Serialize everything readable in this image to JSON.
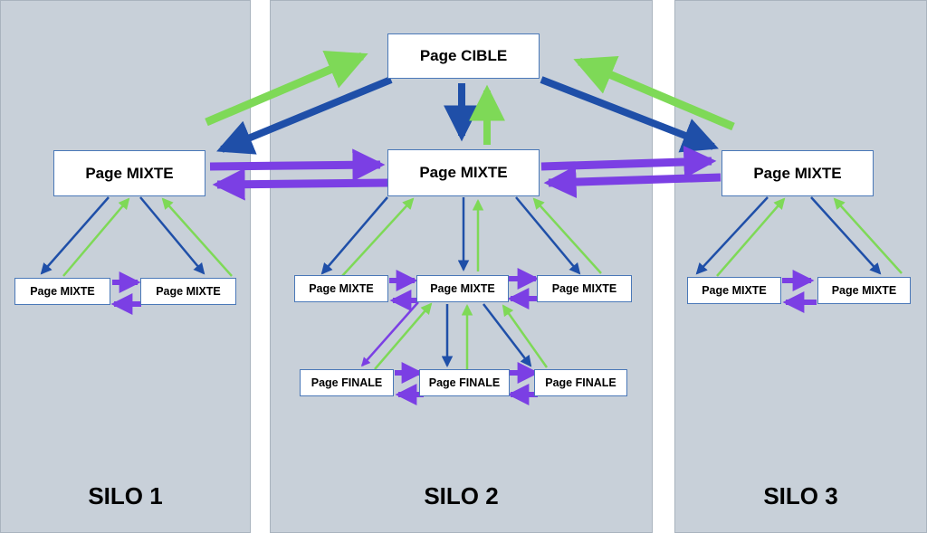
{
  "silos": [
    {
      "id": "silo1",
      "label": "SILO 1"
    },
    {
      "id": "silo2",
      "label": "SILO 2"
    },
    {
      "id": "silo3",
      "label": "SILO 3"
    }
  ],
  "nodes": {
    "target": "Page CIBLE",
    "mid_left": "Page MIXTE",
    "mid_center": "Page MIXTE",
    "mid_right": "Page MIXTE",
    "s1_left": "Page MIXTE",
    "s1_right": "Page MIXTE",
    "s2_left": "Page MIXTE",
    "s2_center": "Page MIXTE",
    "s2_right": "Page MIXTE",
    "s3_left": "Page MIXTE",
    "s3_right": "Page MIXTE",
    "final_left": "Page FINALE",
    "final_center": "Page FINALE",
    "final_right": "Page FINALE"
  },
  "colors": {
    "panel": "#c8d0d9",
    "down_link": "#1f4fa8",
    "up_link": "#7ed957",
    "lateral_link": "#7b3fe4"
  }
}
